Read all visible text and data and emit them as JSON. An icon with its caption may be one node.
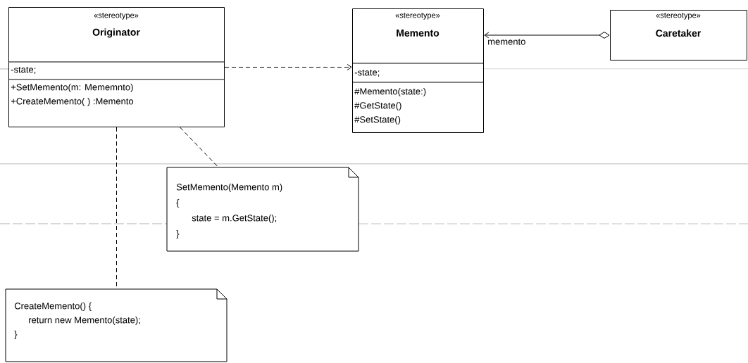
{
  "diagram": {
    "nodes": [
      {
        "text": [
          "«stereotype»",
          "Originator",
          "-state;",
          "+SetMemento(m: Mememnto)",
          "+CreateMemento( ) :Memento"
        ]
      },
      {
        "text": [
          "«stereotype»",
          "Memento",
          "-state;",
          "#Memento(state:)",
          "#GetState()",
          "#SetState()"
        ]
      },
      {
        "text": [
          "«stereotype»",
          "Caretaker"
        ]
      },
      {
        "text": [
          "SetMemento(Memento m)",
          "{",
          "state = m.GetState();",
          "}"
        ]
      },
      {
        "text": [
          "CreateMemento() {",
          "return new Memento(state);",
          "}"
        ]
      }
    ],
    "edges": [
      {
        "from": 0,
        "to": 1,
        "arrow": "to",
        "style": "dashed"
      },
      {
        "from": 2,
        "to": 1,
        "arrow": "to",
        "label": "memento"
      },
      {
        "from": 0,
        "to": 3,
        "arrow": "none",
        "style": "dashed"
      },
      {
        "from": 0,
        "to": 4,
        "arrow": "none",
        "style": "dashed"
      }
    ]
  }
}
